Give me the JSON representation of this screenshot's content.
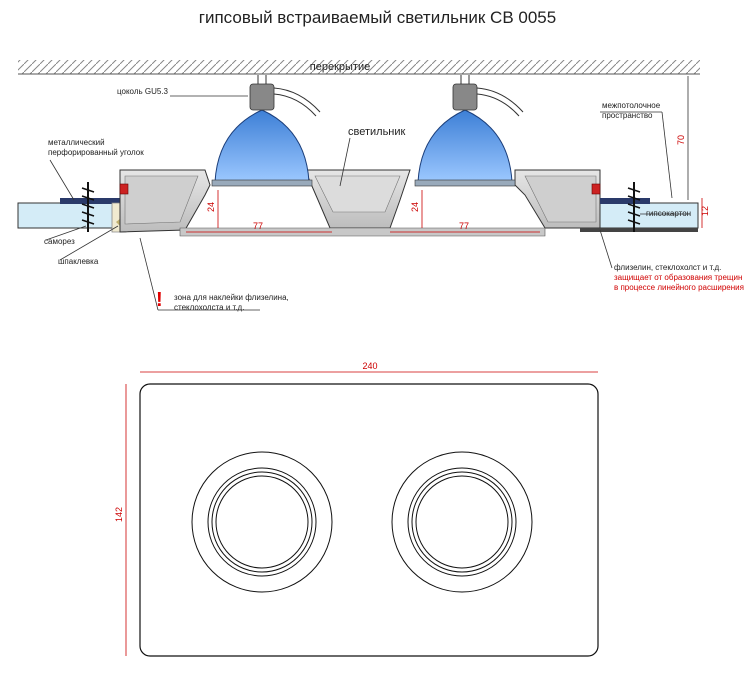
{
  "title": "гипсовый встраиваемый светильник СВ 0055",
  "labels": {
    "ceiling": "перекрытие",
    "socket": "цоколь GU5.3",
    "fixture": "светильник",
    "interceiling_1": "межпотолочное",
    "interceiling_2": "пространство",
    "metal_corner_1": "металлический",
    "metal_corner_2": "перфорированный уголок",
    "screw": "саморез",
    "putty": "шпаклевка",
    "drywall": "гипсокартон",
    "fleece_1": "флизелин, стеклохолст и т.д.",
    "fleece_2": "защищает от образования трещин",
    "fleece_3": "в процессе линейного расширения",
    "zone_1": "зона для наклейки флизелина,",
    "zone_2": "стеклохолста и т.д.",
    "warning": "!"
  },
  "dimensions": {
    "gap_height": "70",
    "lamp_depth_left": "24",
    "lamp_depth_right": "24",
    "spacing_left": "77",
    "spacing_right": "77",
    "drywall_thickness": "12",
    "width": "240",
    "height": "142"
  },
  "colors": {
    "dimension": "#cc0000",
    "lamp_blue": "#5aa0f0",
    "drywall": "#cfe8f5",
    "plaster": "#d8d8d8",
    "warning": "#e00000"
  }
}
